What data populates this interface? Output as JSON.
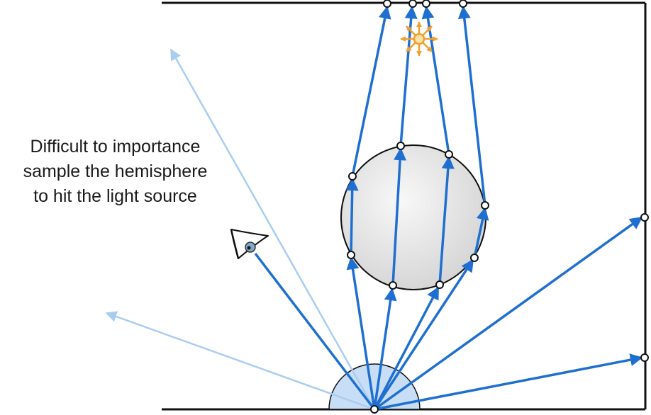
{
  "caption": {
    "lines": [
      "Difficult to importance",
      "sample the hemisphere",
      "to hit the light source"
    ]
  },
  "colors": {
    "ray": "#1f6fd1",
    "ray_faint": "#a9cdf1",
    "sphere_fill": "#e4e4e4",
    "hemisphere_fill": "#c8def6",
    "light": "#f0a030",
    "outline": "#111111"
  },
  "icons": {
    "light": "light-source-icon",
    "eye": "eye-icon"
  }
}
